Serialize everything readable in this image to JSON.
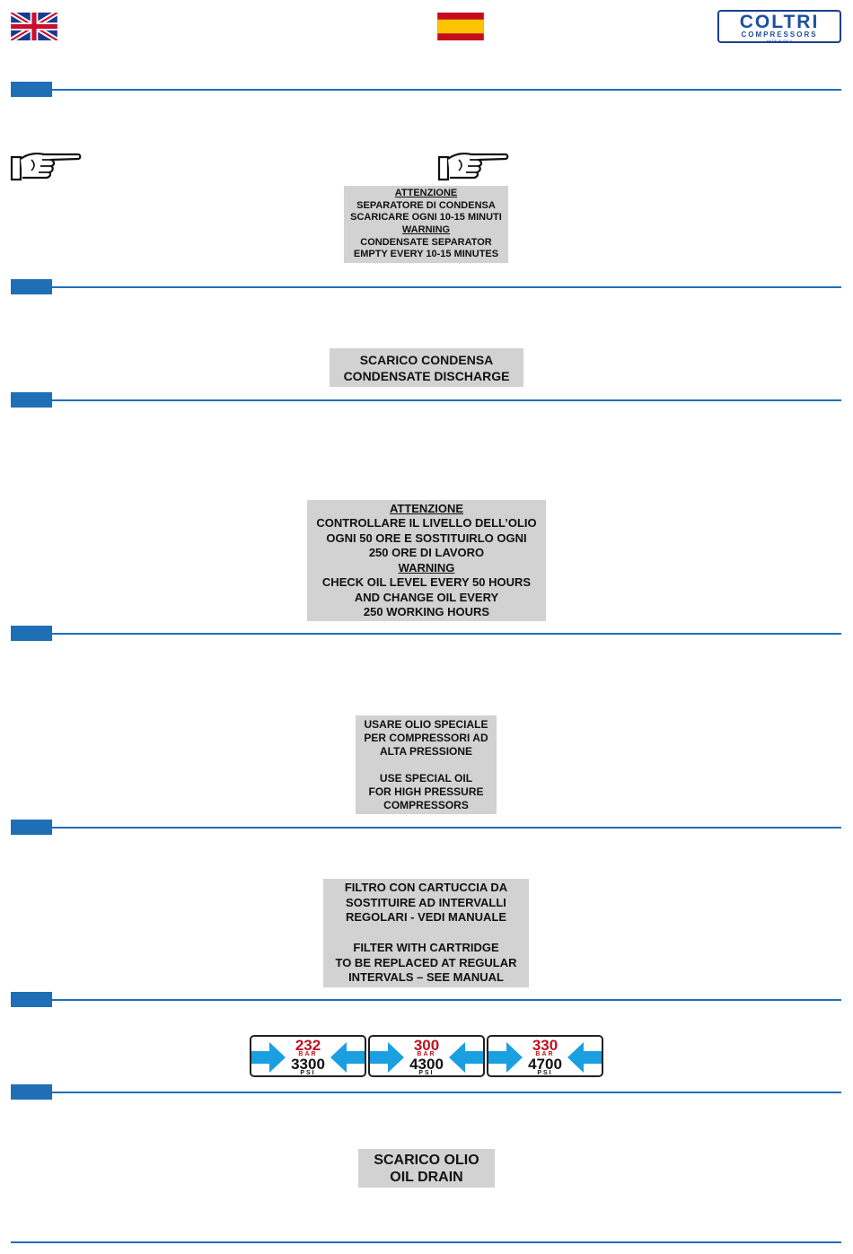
{
  "header": {
    "flag_left": "uk-flag",
    "flag_center": "spain-flag",
    "logo": {
      "brand": "COLTRI",
      "subtitle": "COMPRESSORS",
      "tagline": "MADE IN ITALY"
    }
  },
  "colors": {
    "accent": "#1f6fb7",
    "label_bg": "#d2d2d2",
    "pressure_red": "#c0121e",
    "arrow_blue": "#1aa0e0"
  },
  "labels": {
    "condensate_warning": [
      "ATTENZIONE",
      "SEPARATORE DI CONDENSA",
      "SCARICARE OGNI 10-15 MINUTI",
      "WARNING",
      "CONDENSATE SEPARATOR",
      "EMPTY EVERY 10-15 MINUTES"
    ],
    "condensate_discharge": [
      "SCARICO CONDENSA",
      "CONDENSATE DISCHARGE"
    ],
    "oil_level": [
      "ATTENZIONE",
      "CONTROLLARE IL LIVELLO DELL’OLIO",
      "OGNI 50 ORE E SOSTITUIRLO OGNI",
      "250 ORE DI LAVORO",
      "WARNING",
      "CHECK OIL LEVEL EVERY 50 HOURS",
      "AND CHANGE OIL EVERY",
      "250 WORKING HOURS"
    ],
    "special_oil": [
      "USARE OLIO SPECIALE",
      "PER COMPRESSORI AD",
      "ALTA PRESSIONE",
      "USE SPECIAL OIL",
      "FOR HIGH PRESSURE",
      "COMPRESSORS"
    ],
    "filter": [
      "FILTRO CON CARTUCCIA DA",
      "SOSTITUIRE AD INTERVALLI",
      "REGOLARI - VEDI MANUALE",
      "FILTER WITH CARTRIDGE",
      "TO BE REPLACED AT REGULAR",
      "INTERVALS – SEE MANUAL"
    ],
    "oil_drain": [
      "SCARICO OLIO",
      "OIL DRAIN"
    ]
  },
  "pressure": {
    "bar_unit": "BAR",
    "psi_unit": "PSI",
    "items": [
      {
        "bar": "232",
        "psi": "3300"
      },
      {
        "bar": "300",
        "psi": "4300"
      },
      {
        "bar": "330",
        "psi": "4700"
      }
    ]
  }
}
